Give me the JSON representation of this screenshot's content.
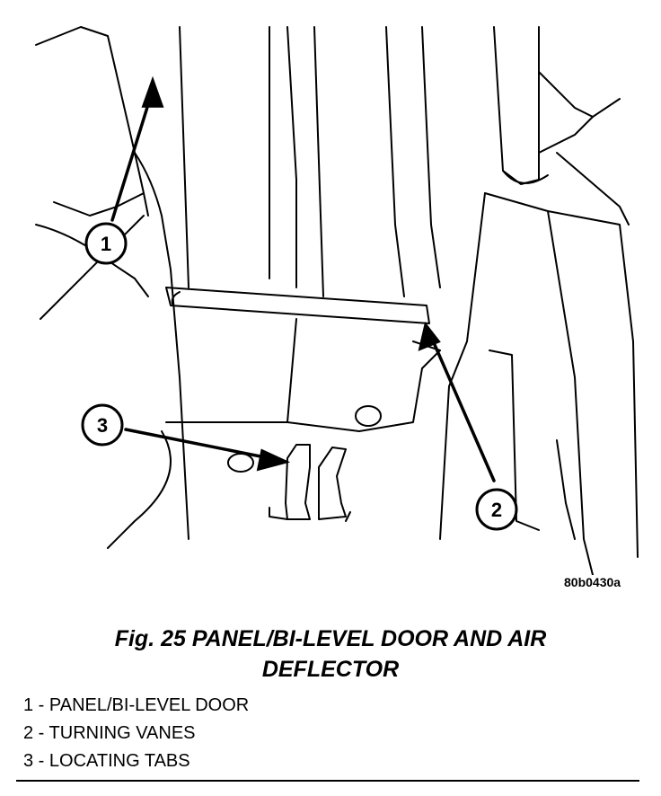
{
  "figure": {
    "code": "80b0430a",
    "caption_line1": "Fig. 25 PANEL/BI-LEVEL DOOR AND AIR",
    "caption_line2": "DEFLECTOR",
    "callouts": [
      "1",
      "2",
      "3"
    ]
  },
  "legend": [
    "1 - PANEL/BI-LEVEL DOOR",
    "2 - TURNING VANES",
    "3 - LOCATING TABS"
  ]
}
